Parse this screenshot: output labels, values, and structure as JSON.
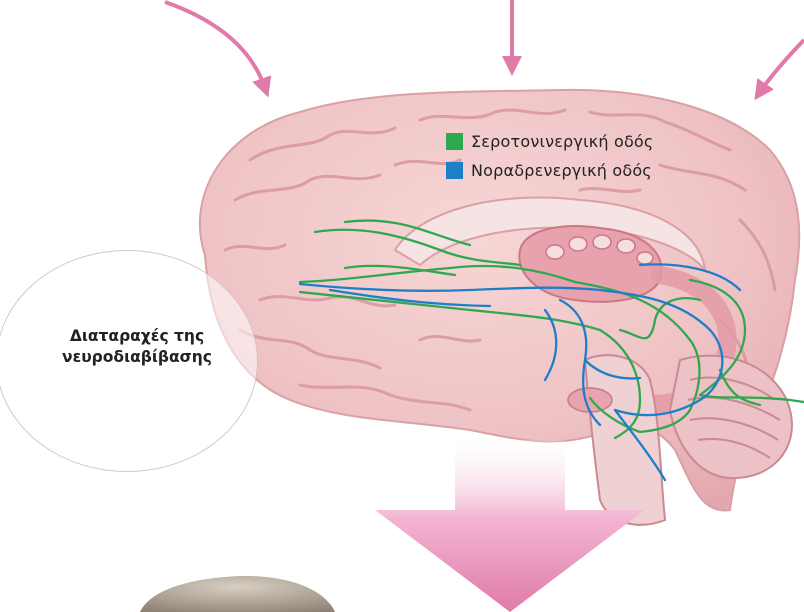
{
  "colors": {
    "serotonin": "#2fa84f",
    "noradrenaline": "#1e7fc8",
    "arrow": "#e07aa8",
    "brain": "#eec0c2"
  },
  "legend": {
    "items": [
      {
        "label": "Σεροτονινεργική οδός",
        "color": "#2fa84f"
      },
      {
        "label": "Νοραδρενεργική οδός",
        "color": "#1e7fc8"
      }
    ]
  },
  "circle": {
    "line1": "Διαταραχές της",
    "line2": "νευροδιαβίβασης"
  }
}
